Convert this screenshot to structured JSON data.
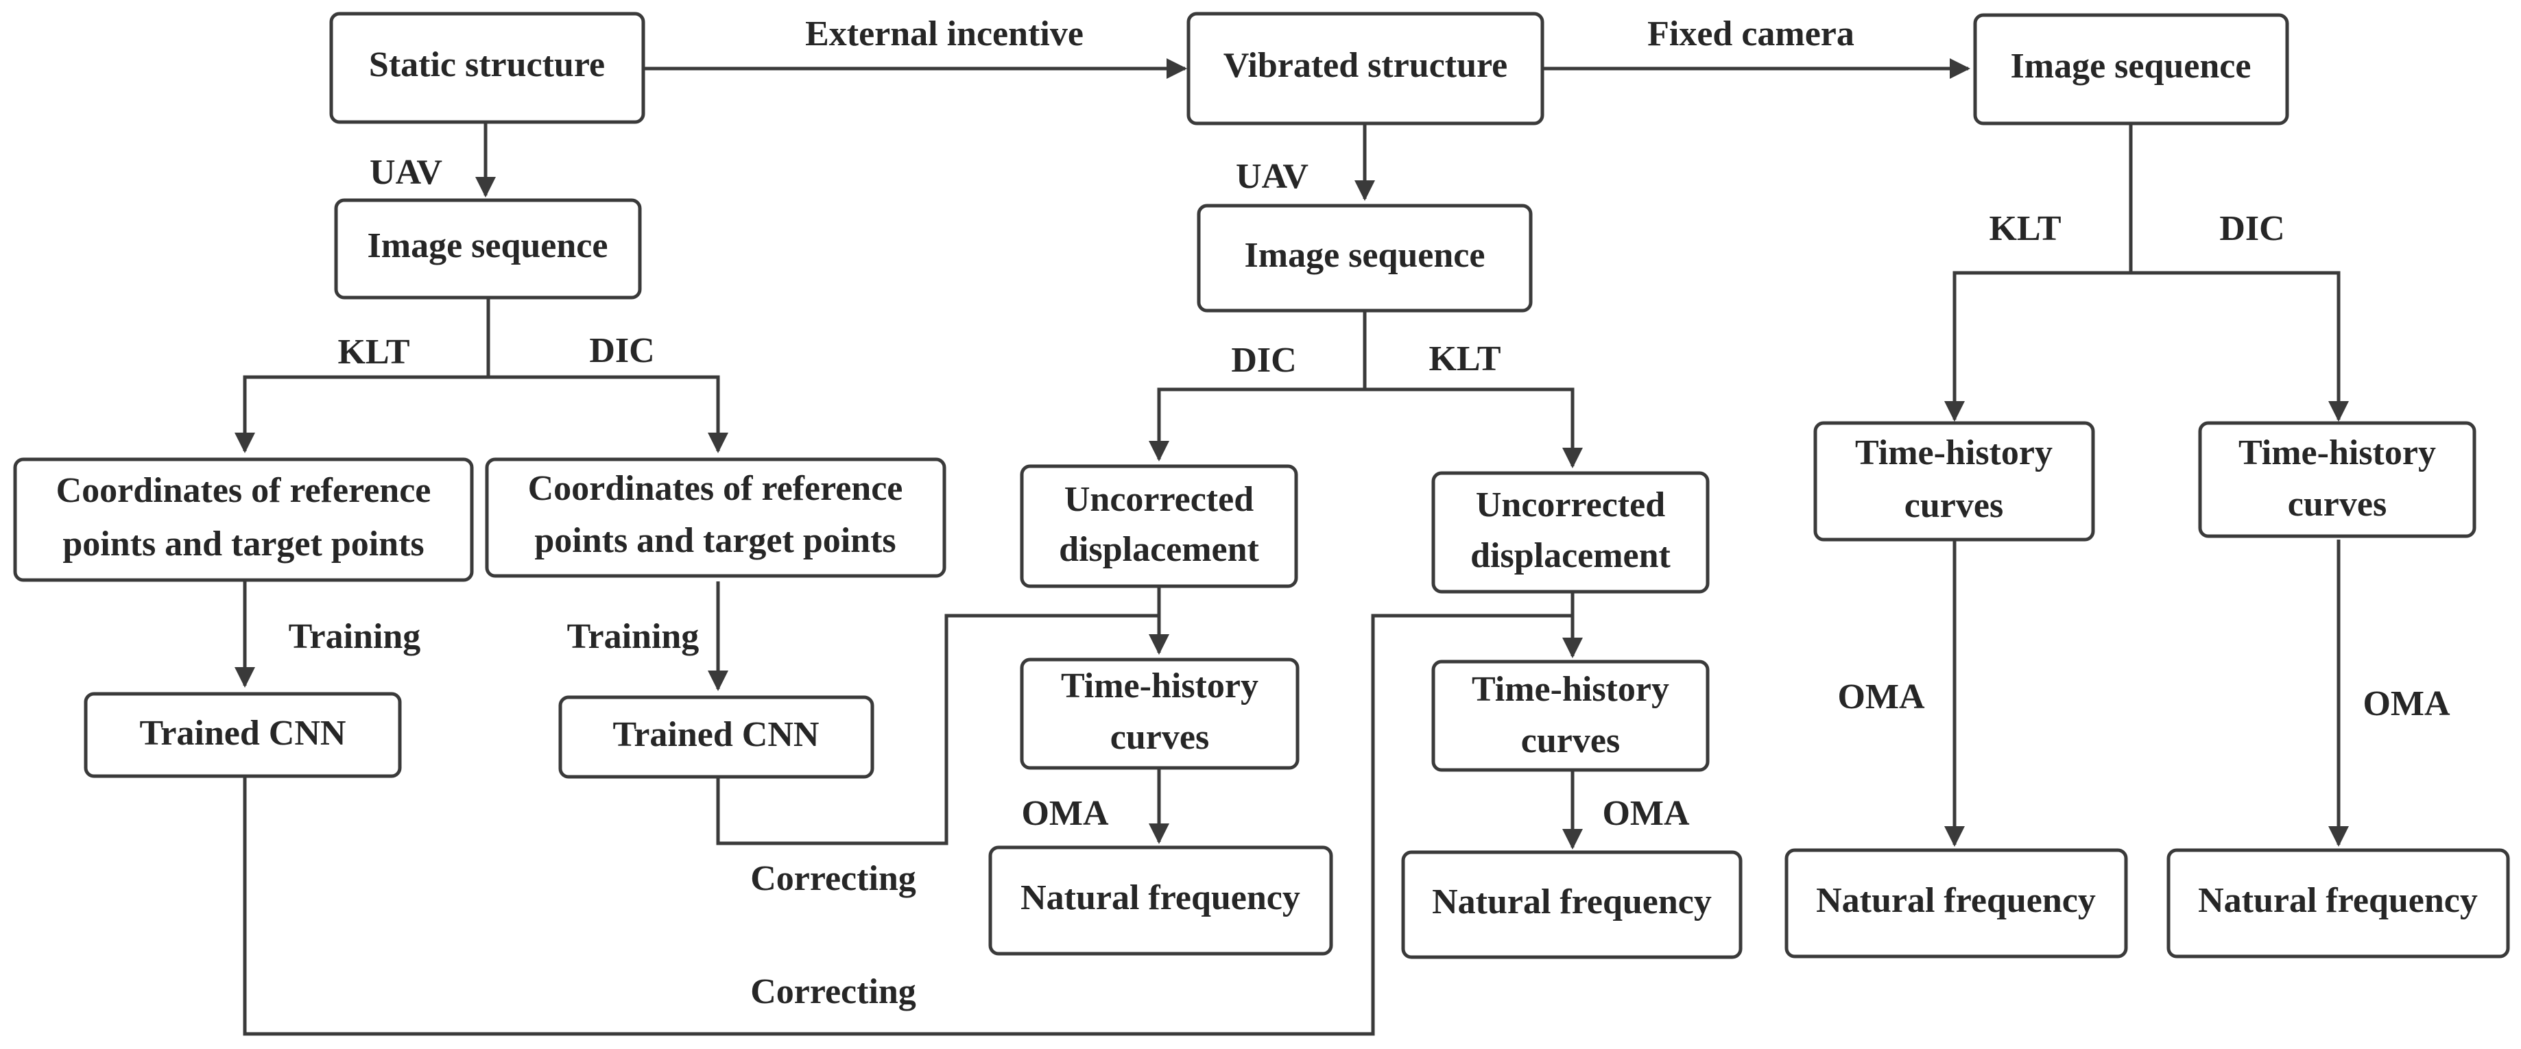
{
  "colors": {
    "line": "#3a3a3a",
    "text": "#262626",
    "background": "#ffffff"
  },
  "nodes": {
    "static_structure": "Static structure",
    "image_seq_left": "Image sequence",
    "coords_klt": [
      "Coordinates of reference",
      "points and target points"
    ],
    "coords_dic": [
      "Coordinates of reference",
      "points and target points"
    ],
    "trained_cnn_klt": "Trained CNN",
    "trained_cnn_dic": "Trained CNN",
    "vibrated_structure": "Vibrated structure",
    "image_seq_mid": "Image sequence",
    "uncorrected_dic": [
      "Uncorrected",
      "displacement"
    ],
    "uncorrected_klt": [
      "Uncorrected",
      "displacement"
    ],
    "time_history_dic": [
      "Time-history",
      "curves"
    ],
    "time_history_klt": [
      "Time-history",
      "curves"
    ],
    "natural_freq_dic": "Natural frequency",
    "natural_freq_klt": "Natural frequency",
    "image_seq_right": "Image sequence",
    "time_history_right_klt": [
      "Time-history",
      "curves"
    ],
    "time_history_right_dic": [
      "Time-history",
      "curves"
    ],
    "natural_freq_right_klt": "Natural frequency",
    "natural_freq_right_dic": "Natural frequency"
  },
  "edge_labels": {
    "external_incentive": "External incentive",
    "fixed_camera": "Fixed camera",
    "uav_left": "UAV",
    "uav_mid": "UAV",
    "klt_left": "KLT",
    "dic_left": "DIC",
    "training_klt": "Training",
    "training_dic": "Training",
    "dic_mid": "DIC",
    "klt_mid": "KLT",
    "oma_dic": "OMA",
    "oma_klt": "OMA",
    "correcting_dic": "Correcting",
    "correcting_klt": "Correcting",
    "klt_right": "KLT",
    "dic_right": "DIC",
    "oma_right_klt": "OMA",
    "oma_right_dic": "OMA"
  }
}
